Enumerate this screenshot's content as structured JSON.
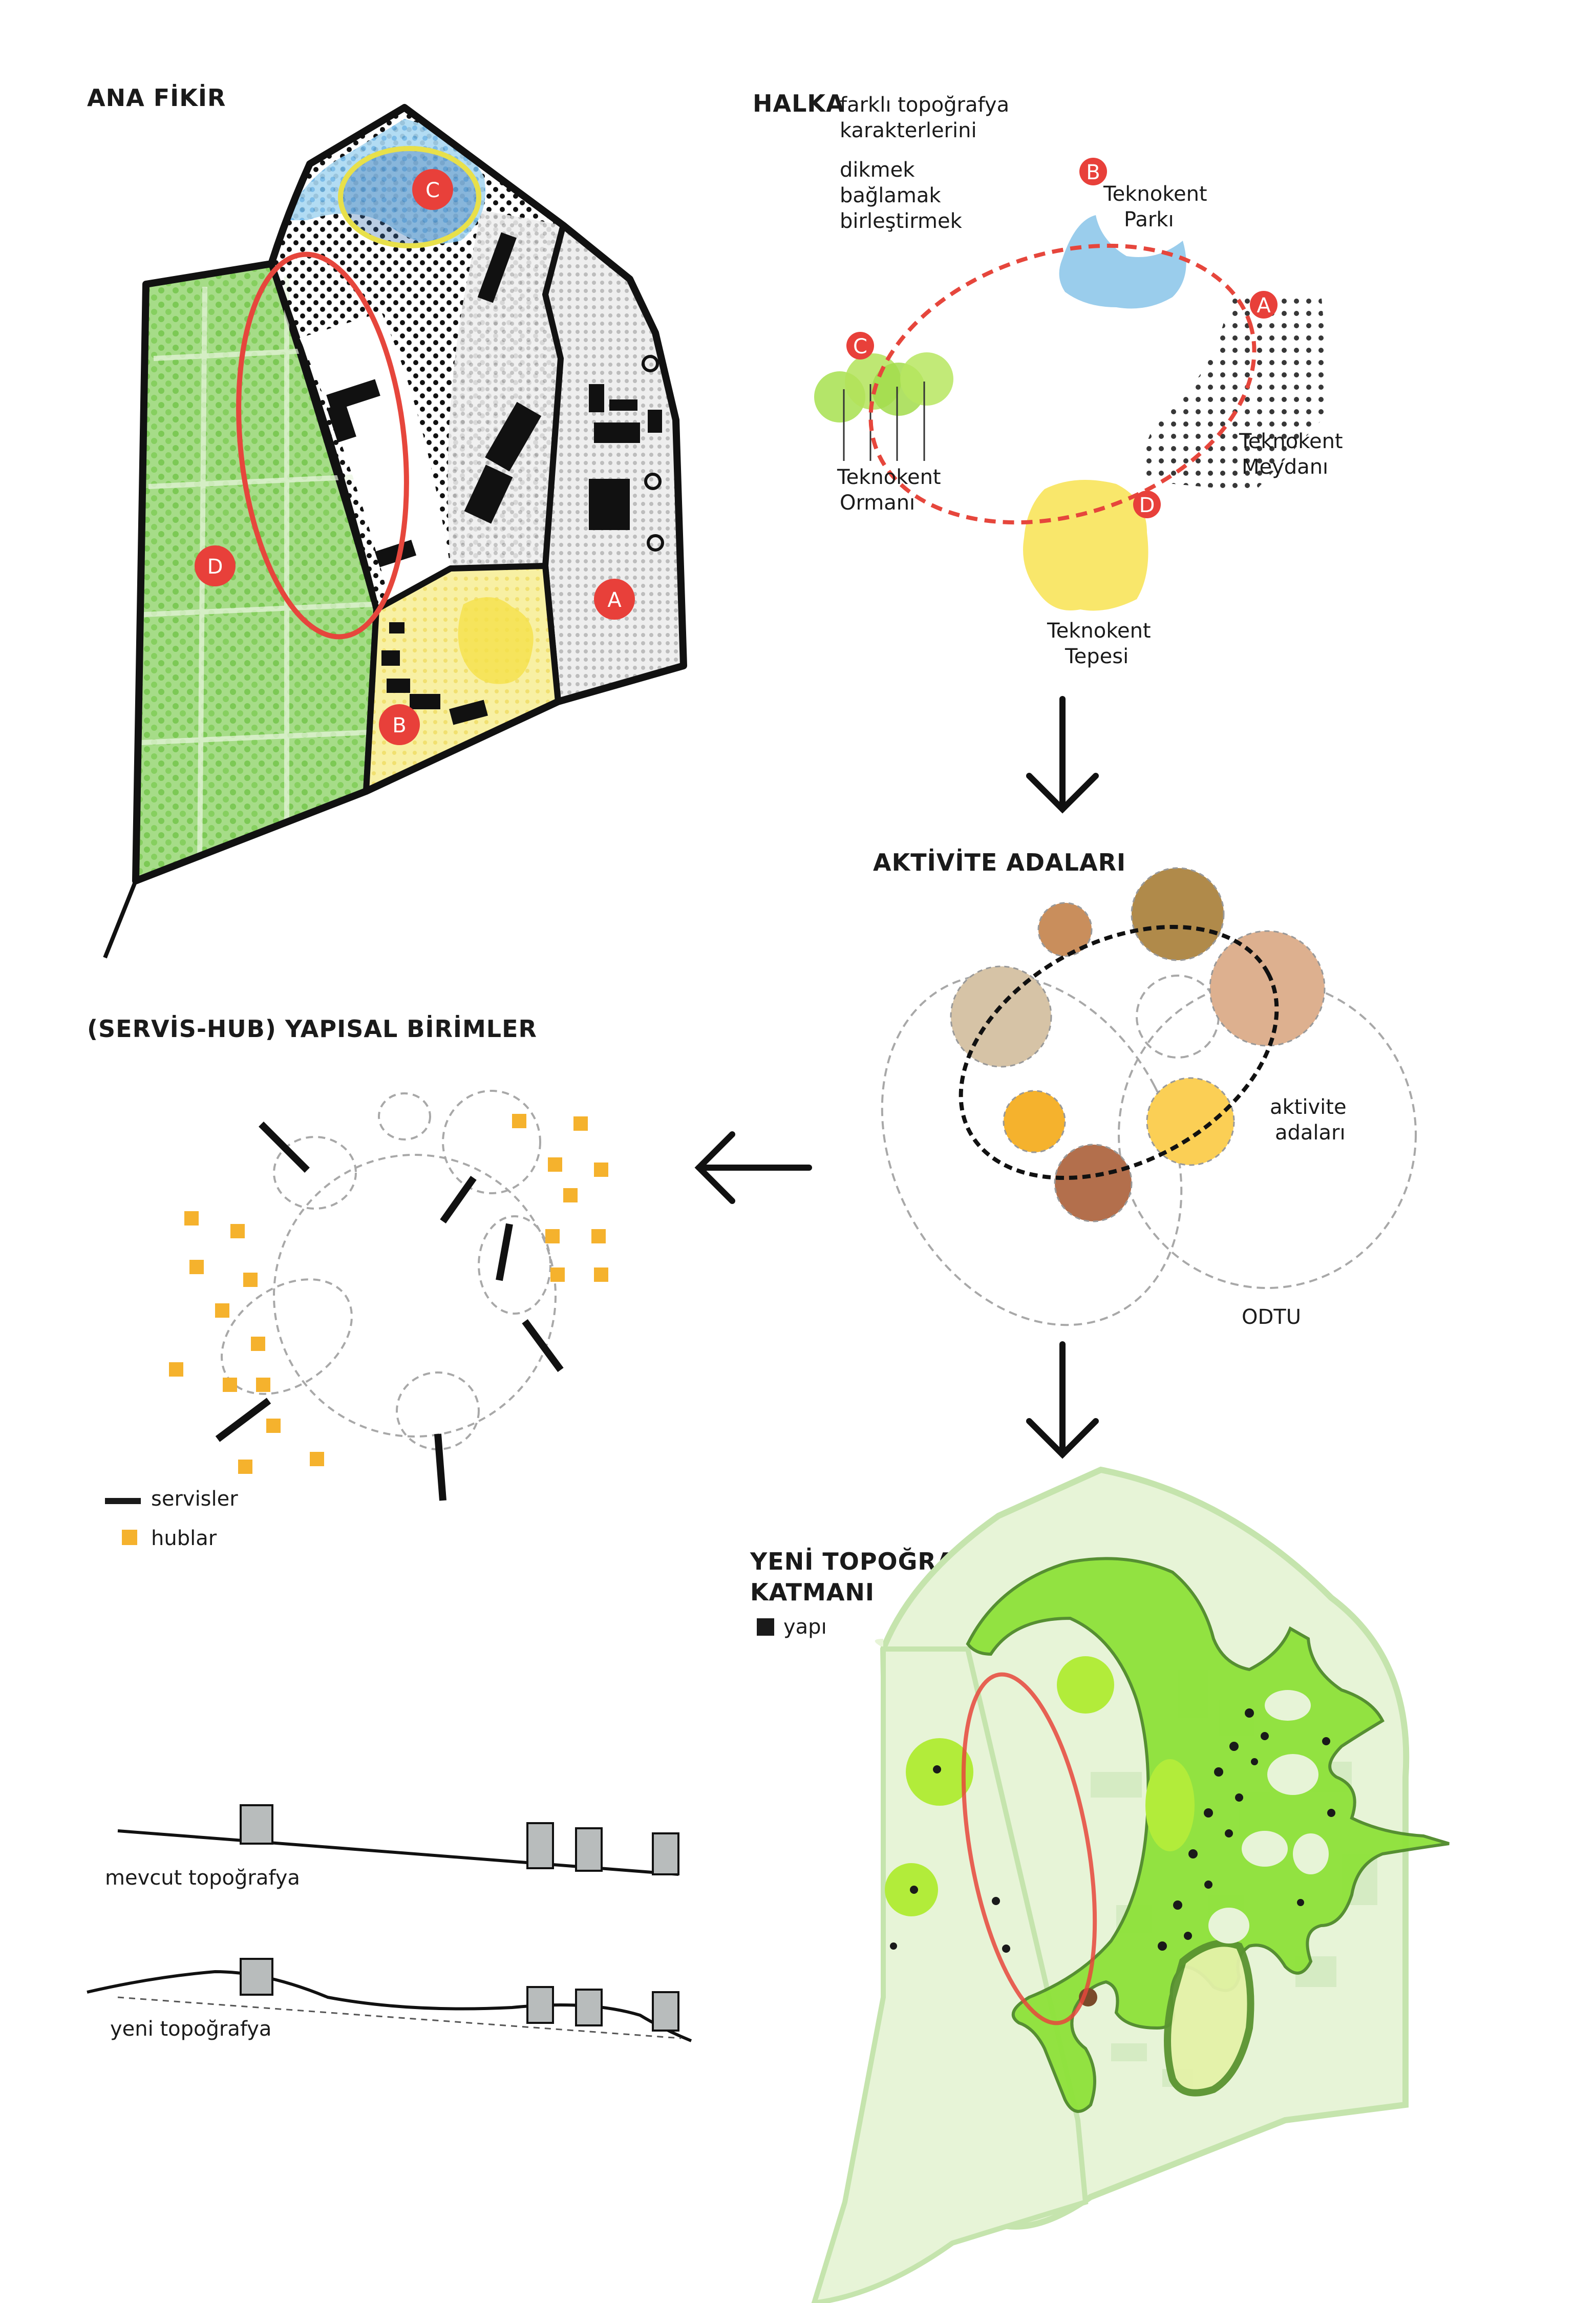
{
  "ana_fikir": {
    "title": "ANA FİKİR",
    "zone_labels": [
      "C",
      "D",
      "B",
      "A"
    ]
  },
  "halka": {
    "title": "HALKA",
    "subtitle_lines": [
      "farklı topoğrafya",
      "karakterlerini"
    ],
    "verb_lines": [
      "dikmek",
      "bağlamak",
      "birleştirmek"
    ],
    "nodes": [
      {
        "letter": "B",
        "label_lines": [
          "Teknokent",
          "Parkı"
        ]
      },
      {
        "letter": "A",
        "label_lines": [
          "Teknokent",
          "Meydanı"
        ]
      },
      {
        "letter": "C",
        "label_lines": [
          "Teknokent",
          "Ormanı"
        ]
      },
      {
        "letter": "D",
        "label_lines": [
          "Teknokent",
          "Tepesi"
        ]
      }
    ]
  },
  "aktivite": {
    "title": "AKTİVİTE ADALARI",
    "label_lines": [
      "aktivite",
      "adaları"
    ],
    "odtu_label": "ODTU",
    "island_colors": [
      "#c98e5c",
      "#b08a4a",
      "#ddb08f",
      "#d6c3a6",
      "#f5b22d",
      "#fbcf55",
      "#b36f4c"
    ]
  },
  "servis": {
    "title": "(SERVİS-HUB) YAPISAL BİRİMLER",
    "legend": [
      {
        "label": "servisler",
        "color": "#1a1a1a"
      },
      {
        "label": "hublar",
        "color": "#f5b22d"
      }
    ]
  },
  "section": {
    "existing_label": "mevcut topoğrafya",
    "new_label": "yeni topoğrafya"
  },
  "yeni": {
    "title_lines": [
      "YENİ TOPOĞRAFYA",
      "KATMANI"
    ],
    "legend_label": "yapı"
  },
  "colors": {
    "marker_red": "#e8403a",
    "ring_red": "#e6463c",
    "forest_green": "#8fd26a",
    "park_blue": "#8fc8ea",
    "hill_yellow": "#f7ee9c",
    "new_layer_green": "#8ee23a",
    "site_pale_green": "#e7f4d7"
  }
}
